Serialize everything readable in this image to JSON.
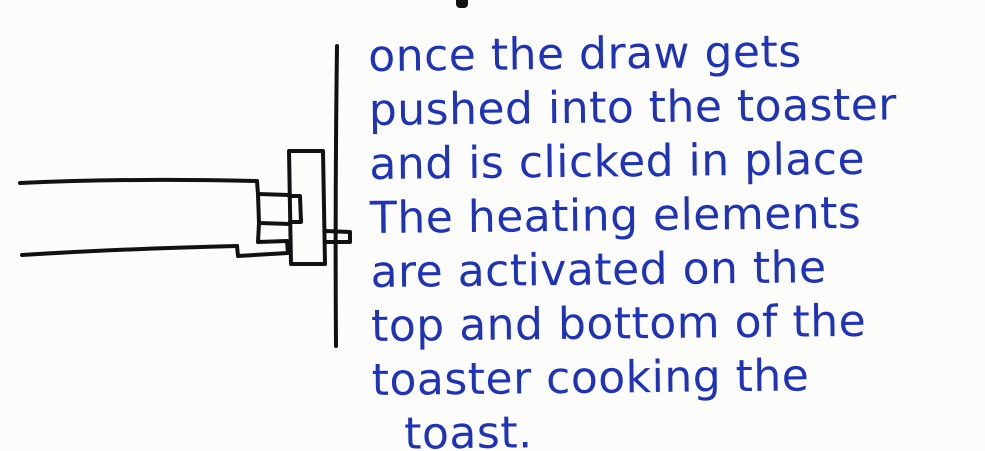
{
  "note": {
    "lines": [
      "once the draw gets",
      "pushed into the toaster",
      "and is clicked in place",
      "The heating elements",
      "are activated on the",
      "top and bottom of the",
      "toaster cooking the",
      "toast."
    ]
  },
  "colors": {
    "ink_note": "#1f33b8",
    "ink_drawing": "#111111",
    "paper": "#fcfcfa"
  }
}
